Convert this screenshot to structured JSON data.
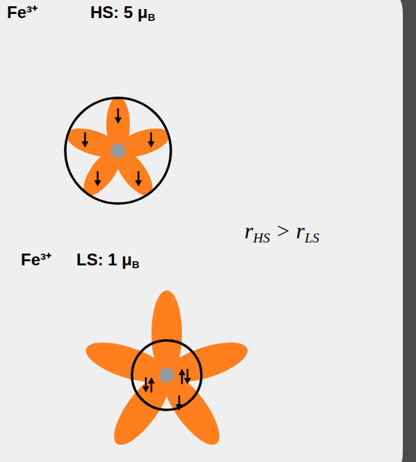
{
  "diagram": {
    "labels": [
      "Fe³⁺",
      "HS: 5 μB",
      "rHS > rLS",
      "Fe³⁺",
      "LS: 1 μB"
    ]
  }
}
